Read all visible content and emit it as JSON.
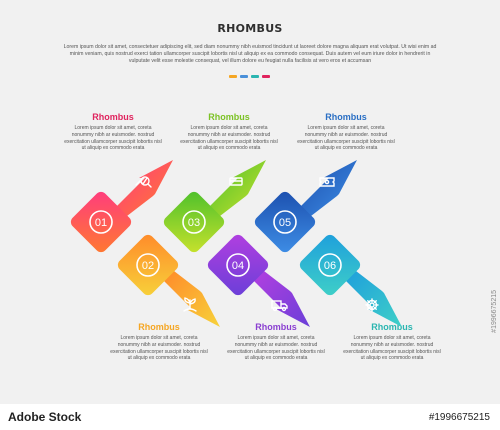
{
  "header": {
    "title": "RHOMBUS",
    "intro": "Lorem ipsum dolor sit amet, consectetuer adipiscing elit, sed diam nonummy nibh euismod tincidunt ut laoreet dolore magna aliquam erat volutpat. Ut wisi enim ad minim veniam, quis nostrud exerci tation ullamcorper suscipit lobortis nisl ut aliquip ex ea commodo consequat. Duis autem vel eum iriure dolor in hendrerit in vulputate velit esse molestie consequat, vel illum dolore eu feugiat nulla facilisis at vero eros et accumsan",
    "dot_colors": [
      "#f5a623",
      "#4a90d9",
      "#2bb5b0",
      "#e0245e"
    ]
  },
  "steps": [
    {
      "number": "01",
      "label": "Rhombus",
      "label_color": "#e0245e",
      "icon": "chart-search-icon",
      "grad": [
        "#ff3b7f",
        "#ff7a2f"
      ],
      "arrow": "up",
      "text": "Lorem ipsum dolor sit amet, coreta nonummy nibh ar euismoder. nostrud exercitation ullamcorper suscipit lobortis nisl ut aliquip ex commodo erata"
    },
    {
      "number": "02",
      "label": "Rhombus",
      "label_color": "#f5a623",
      "icon": "plant-hand-icon",
      "grad": [
        "#ff8a2a",
        "#f7d23a"
      ],
      "arrow": "down",
      "text": "Lorem ipsum dolor sit amet, coreta nonummy nibh ar euismoder. nostrud exercitation ullamcorper suscipit lobortis nisl ut aliquip ex commodo erata"
    },
    {
      "number": "03",
      "label": "Rhombus",
      "label_color": "#7cc225",
      "icon": "card-hand-icon",
      "grad": [
        "#4cc02c",
        "#c9e22c"
      ],
      "arrow": "up",
      "text": "Lorem ipsum dolor sit amet, coreta nonummy nibh ar euismoder. nostrud exercitation ullamcorper suscipit lobortis nisl ut aliquip ex commodo erata"
    },
    {
      "number": "04",
      "label": "Rhombus",
      "label_color": "#8a3fd1",
      "icon": "delivery-truck-icon",
      "grad": [
        "#b23fe0",
        "#6a3fd8"
      ],
      "arrow": "down",
      "text": "Lorem ipsum dolor sit amet, coreta nonummy nibh ar euismoder. nostrud exercitation ullamcorper suscipit lobortis nisl ut aliquip ex commodo erata"
    },
    {
      "number": "05",
      "label": "Rhombus",
      "label_color": "#2a6fc4",
      "icon": "ticket-icon",
      "grad": [
        "#1c4fae",
        "#3e8ee6"
      ],
      "arrow": "up",
      "text": "Lorem ipsum dolor sit amet, coreta nonummy nibh ar euismoder. nostrud exercitation ullamcorper suscipit lobortis nisl ut aliquip ex commodo erata"
    },
    {
      "number": "06",
      "label": "Rhombus",
      "label_color": "#2bb5b0",
      "icon": "gear-icon",
      "grad": [
        "#1e9fdc",
        "#3fd0c7"
      ],
      "arrow": "down",
      "text": "Lorem ipsum dolor sit amet, coreta nonummy nibh ar euismoder. nostrud exercitation ullamcorper suscipit lobortis nisl ut aliquip ex commodo erata"
    }
  ],
  "stock": {
    "brand": "Adobe Stock",
    "id": "#1996675215"
  }
}
